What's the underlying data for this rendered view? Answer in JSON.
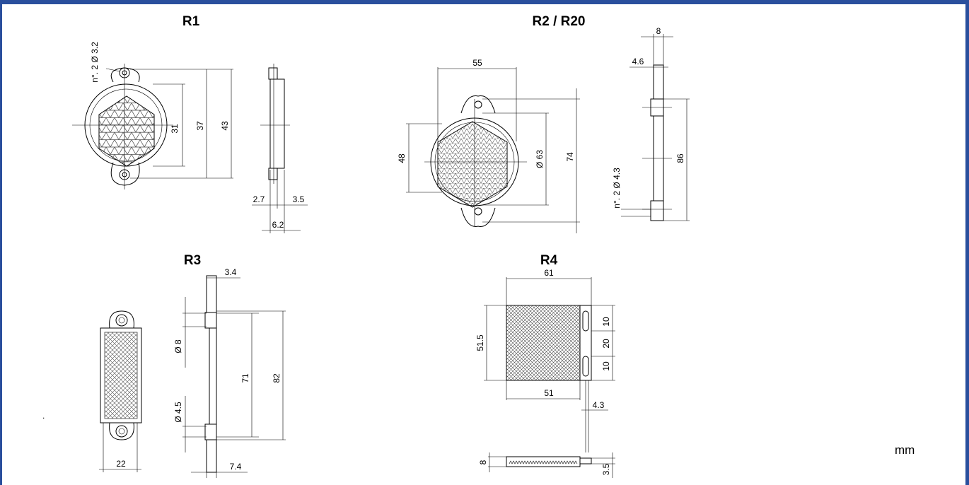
{
  "titles": {
    "r1": "R1",
    "r2": "R2 / R20",
    "r3": "R3",
    "r4": "R4"
  },
  "unit": "mm",
  "colors": {
    "frame": "#2a4f9d",
    "ink": "#000000",
    "hatch": "#555555"
  },
  "r1": {
    "holes": "n°. 2 Ø 3.2",
    "d31": "31",
    "d37": "37",
    "d43": "43",
    "d27": "2.7",
    "d35": "3.5",
    "d62": "6.2"
  },
  "r2": {
    "d55": "55",
    "d48": "48",
    "d63": "Ø 63",
    "d74": "74",
    "d8": "8",
    "d46": "4.6",
    "d86": "86",
    "holes": "n°. 2 Ø 4.3"
  },
  "r3": {
    "d34": "3.4",
    "d08": "Ø 8",
    "d45": "Ø 4.5",
    "d71": "71",
    "d82": "82",
    "d22": "22",
    "d74": "7.4"
  },
  "r4": {
    "d61": "61",
    "d515": "51.5",
    "d51": "51",
    "d10a": "10",
    "d20": "20",
    "d10b": "10",
    "d43": "4.3",
    "d8": "8",
    "d35": "3.5"
  }
}
